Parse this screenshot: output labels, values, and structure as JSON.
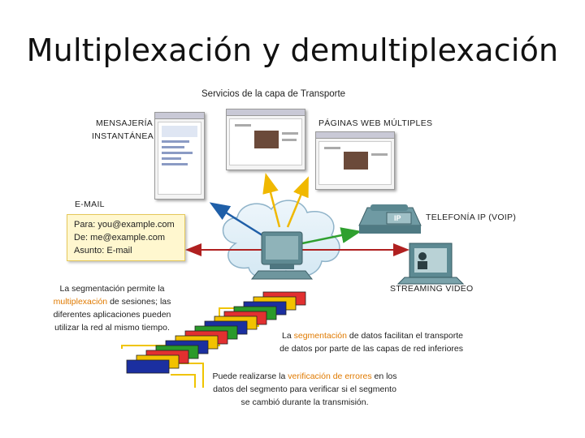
{
  "title": "Multiplexación y demultiplexación",
  "diagram": {
    "header": "Servicios de la capa de Transporte",
    "labels": {
      "im_line1": "MENSAJERÍA",
      "im_line2": "INSTANTÁNEA",
      "web": "PÁGINAS WEB MÚLTIPLES",
      "email": "E-MAIL",
      "voip": "TELEFONÍA IP (VOIP)",
      "streaming": "STREAMING VIDEO",
      "ip_badge": "IP"
    },
    "email_box": {
      "to": "Para: you@example.com",
      "from": "De: me@example.com",
      "subject": "Asunto: E-mail"
    },
    "text_multiplex": {
      "line1": "La segmentación permite la",
      "line2_highlight": "multiplexación",
      "line2_rest": " de sesiones; las",
      "line3": "diferentes aplicaciones pueden",
      "line4": "utilizar la red al mismo tiempo."
    },
    "text_segmentation": {
      "line1_pre": "La ",
      "line1_highlight": "segmentación",
      "line1_post": " de datos facilitan el transporte",
      "line2": "de datos por parte de las capas de red inferiores"
    },
    "text_errors": {
      "line1_pre": "Puede realizarse la ",
      "line1_highlight": "verificación de errores",
      "line1_post": " en los",
      "line2": "datos del segmento para verificar si el segmento",
      "line3": "se cambió durante la transmisión."
    },
    "colors": {
      "arrow_blue": "#1f5fa8",
      "arrow_yellow": "#f0b800",
      "arrow_green": "#2fa02f",
      "arrow_red": "#b02020",
      "highlight": "#e07a00",
      "email_bg": "#fff7cf",
      "segment_colors": [
        "#1b2fa0",
        "#f2c200",
        "#e23030",
        "#2a9a2a",
        "#1b2fa0",
        "#f2c200",
        "#e23030",
        "#2a9a2a",
        "#1b2fa0",
        "#f2c200",
        "#e23030",
        "#2a9a2a",
        "#1b2fa0",
        "#f2c200",
        "#e23030"
      ]
    },
    "icons": [
      "im-window-icon",
      "web-page-icon",
      "ip-phone-icon",
      "video-monitor-icon",
      "computer-icon",
      "network-cloud-icon"
    ]
  }
}
